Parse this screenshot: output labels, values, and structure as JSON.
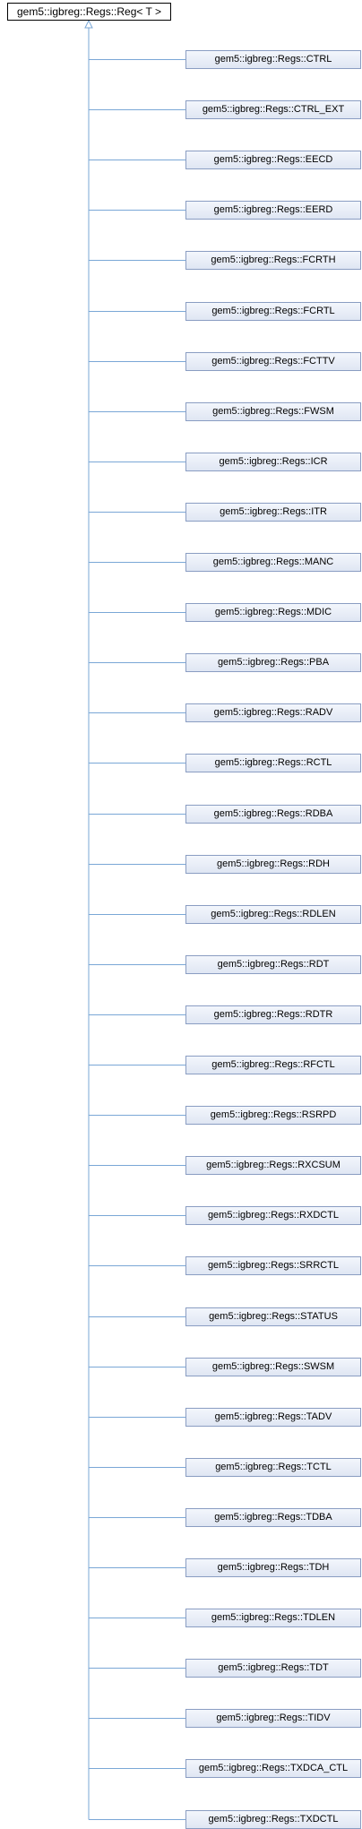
{
  "diagram": {
    "base_class": "gem5::igbreg::Regs::Reg< T >",
    "derived_classes": [
      "gem5::igbreg::Regs::CTRL",
      "gem5::igbreg::Regs::CTRL_EXT",
      "gem5::igbreg::Regs::EECD",
      "gem5::igbreg::Regs::EERD",
      "gem5::igbreg::Regs::FCRTH",
      "gem5::igbreg::Regs::FCRTL",
      "gem5::igbreg::Regs::FCTTV",
      "gem5::igbreg::Regs::FWSM",
      "gem5::igbreg::Regs::ICR",
      "gem5::igbreg::Regs::ITR",
      "gem5::igbreg::Regs::MANC",
      "gem5::igbreg::Regs::MDIC",
      "gem5::igbreg::Regs::PBA",
      "gem5::igbreg::Regs::RADV",
      "gem5::igbreg::Regs::RCTL",
      "gem5::igbreg::Regs::RDBA",
      "gem5::igbreg::Regs::RDH",
      "gem5::igbreg::Regs::RDLEN",
      "gem5::igbreg::Regs::RDT",
      "gem5::igbreg::Regs::RDTR",
      "gem5::igbreg::Regs::RFCTL",
      "gem5::igbreg::Regs::RSRPD",
      "gem5::igbreg::Regs::RXCSUM",
      "gem5::igbreg::Regs::RXDCTL",
      "gem5::igbreg::Regs::SRRCTL",
      "gem5::igbreg::Regs::STATUS",
      "gem5::igbreg::Regs::SWSM",
      "gem5::igbreg::Regs::TADV",
      "gem5::igbreg::Regs::TCTL",
      "gem5::igbreg::Regs::TDBA",
      "gem5::igbreg::Regs::TDH",
      "gem5::igbreg::Regs::TDLEN",
      "gem5::igbreg::Regs::TDT",
      "gem5::igbreg::Regs::TIDV",
      "gem5::igbreg::Regs::TXDCA_CTL",
      "gem5::igbreg::Regs::TXDCTL"
    ],
    "colors": {
      "edge": "#7aa7d6",
      "derived_border": "#8a9dc2",
      "base_border": "#000000"
    }
  }
}
